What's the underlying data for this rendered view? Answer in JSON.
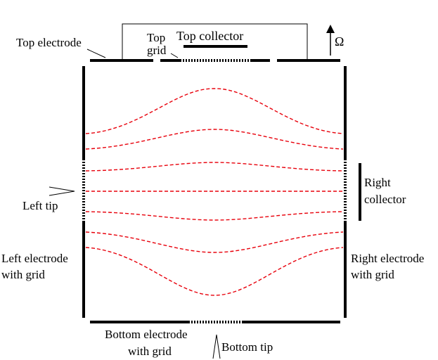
{
  "labels": {
    "top_electrode": "Top electrode",
    "top_grid_line1": "Top",
    "top_grid_line2": "grid",
    "top_collector": "Top collector",
    "omega": "Ω",
    "left_tip": "Left tip",
    "right_collector_line1": "Right",
    "right_collector_line2": "collector",
    "left_electrode_line1": "Left electrode",
    "left_electrode_line2": "with grid",
    "right_electrode_line1": "Right electrode",
    "right_electrode_line2": "with grid",
    "bottom_electrode_line1": "Bottom electrode",
    "bottom_electrode_line2": "with grid",
    "bottom_tip": "Bottom tip"
  },
  "colors": {
    "field_lines": "#e8000b",
    "electrodes": "#000000"
  },
  "icons": {
    "rotation_arrow": "up-arrow-icon"
  }
}
